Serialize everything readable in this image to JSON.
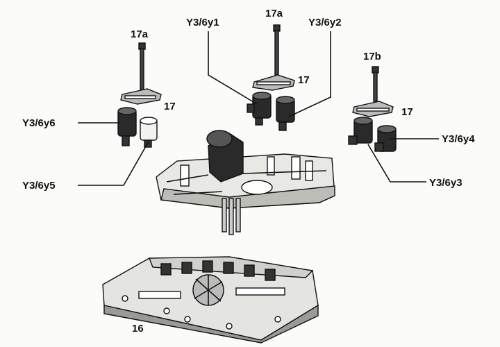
{
  "labels": {
    "bolt_left": "17a",
    "bolt_center": "17a",
    "bolt_right": "17b",
    "clamp_left": "17",
    "clamp_center": "17",
    "clamp_right": "17",
    "valve_y1": "Y3/6y1",
    "valve_y2": "Y3/6y2",
    "valve_y3": "Y3/6y3",
    "valve_y4": "Y3/6y4",
    "valve_y5": "Y3/6y5",
    "valve_y6": "Y3/6y6",
    "valve_body": "16"
  },
  "colors": {
    "ink": "#111111",
    "paper": "#fbfbf9",
    "shade": "#2a2a2a"
  }
}
